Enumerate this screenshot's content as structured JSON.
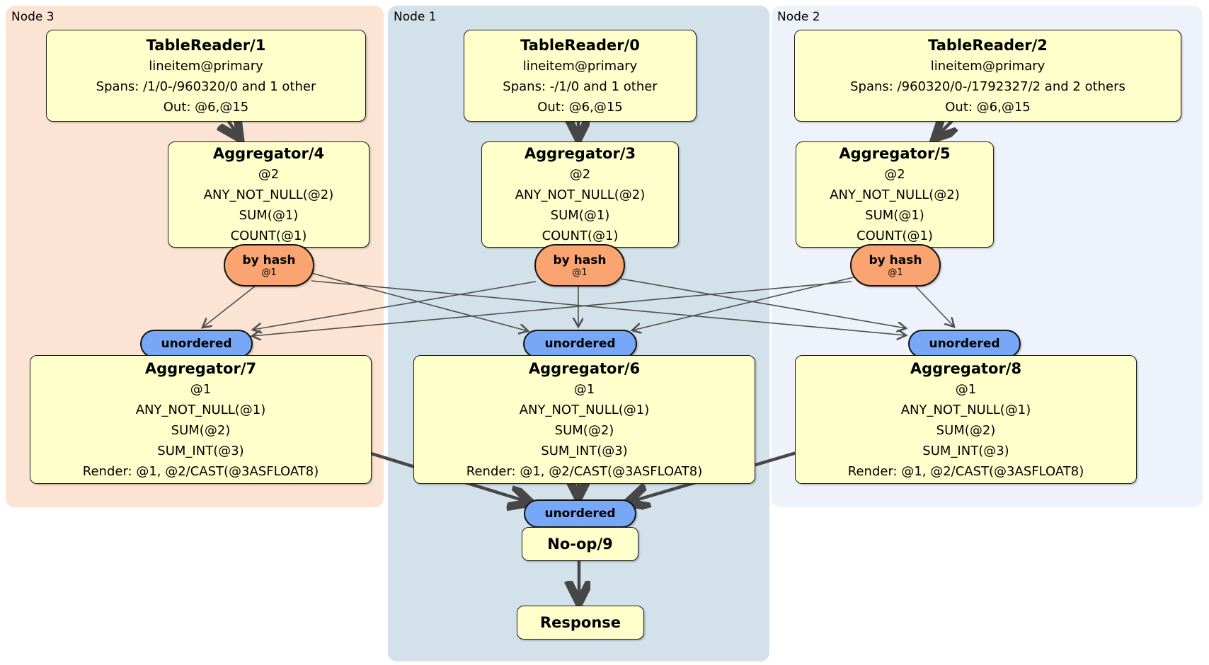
{
  "colors": {
    "node3_bg": "#fce4d4",
    "node1_bg": "#d3e1ea",
    "node2_bg": "#eef3fb",
    "processor_box_fill": "#ffffcc",
    "hash_router_pill_fill": "#f9a471",
    "stream_pill_fill": "#77a7f7"
  },
  "nodes": [
    {
      "label": "Node 3",
      "table_reader": {
        "title": "TableReader/1",
        "index": "lineitem@primary",
        "spans": "Spans: /1/0-/960320/0 and 1 other",
        "out": "Out: @6,@15"
      },
      "pre_aggregator": {
        "title": "Aggregator/4",
        "lines": [
          "@2",
          "ANY_NOT_NULL(@2)",
          "SUM(@1)",
          "COUNT(@1)"
        ]
      },
      "router": {
        "label": "by hash",
        "key": "@1"
      },
      "stream": {
        "label": "unordered"
      },
      "final_aggregator": {
        "title": "Aggregator/7",
        "lines": [
          "@1",
          "ANY_NOT_NULL(@1)",
          "SUM(@2)",
          "SUM_INT(@3)",
          "Render: @1, @2/CAST(@3ASFLOAT8)"
        ]
      }
    },
    {
      "label": "Node 1",
      "table_reader": {
        "title": "TableReader/0",
        "index": "lineitem@primary",
        "spans": "Spans: -/1/0 and 1 other",
        "out": "Out: @6,@15"
      },
      "pre_aggregator": {
        "title": "Aggregator/3",
        "lines": [
          "@2",
          "ANY_NOT_NULL(@2)",
          "SUM(@1)",
          "COUNT(@1)"
        ]
      },
      "router": {
        "label": "by hash",
        "key": "@1"
      },
      "stream": {
        "label": "unordered"
      },
      "final_aggregator": {
        "title": "Aggregator/6",
        "lines": [
          "@1",
          "ANY_NOT_NULL(@1)",
          "SUM(@2)",
          "SUM_INT(@3)",
          "Render: @1, @2/CAST(@3ASFLOAT8)"
        ]
      }
    },
    {
      "label": "Node 2",
      "table_reader": {
        "title": "TableReader/2",
        "index": "lineitem@primary",
        "spans": "Spans: /960320/0-/1792327/2 and 2 others",
        "out": "Out: @6,@15"
      },
      "pre_aggregator": {
        "title": "Aggregator/5",
        "lines": [
          "@2",
          "ANY_NOT_NULL(@2)",
          "SUM(@1)",
          "COUNT(@1)"
        ]
      },
      "router": {
        "label": "by hash",
        "key": "@1"
      },
      "stream": {
        "label": "unordered"
      },
      "final_aggregator": {
        "title": "Aggregator/8",
        "lines": [
          "@1",
          "ANY_NOT_NULL(@1)",
          "SUM(@2)",
          "SUM_INT(@3)",
          "Render: @1, @2/CAST(@3ASFLOAT8)"
        ]
      }
    }
  ],
  "sink": {
    "stream_label": "unordered",
    "noop_title": "No-op/9",
    "response_title": "Response"
  }
}
